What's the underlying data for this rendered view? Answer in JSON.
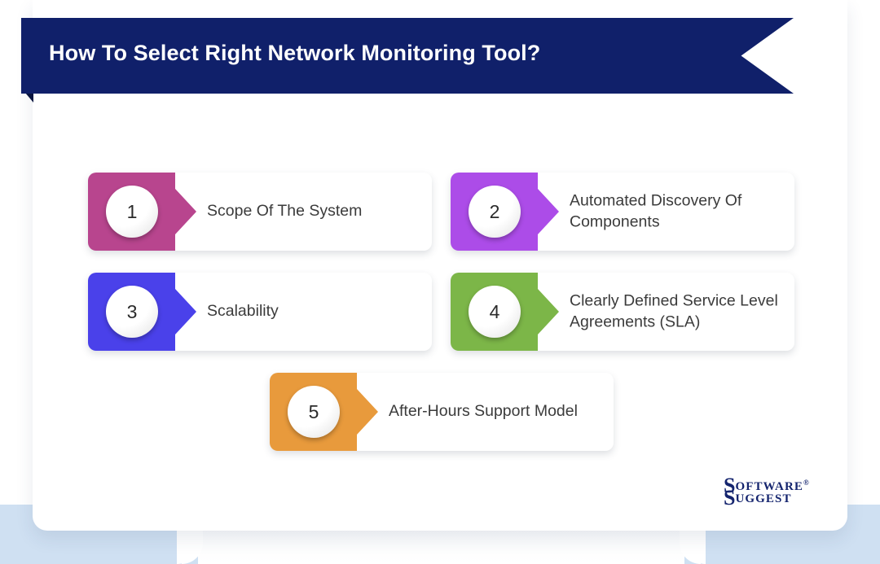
{
  "header": {
    "title": "How To Select Right Network Monitoring Tool?",
    "background_color": "#10206a",
    "text_color": "#ffffff"
  },
  "page": {
    "background_color": "#cfe0f2",
    "panel_color": "#ffffff"
  },
  "steps": [
    {
      "number": "1",
      "label": "Scope Of The System",
      "color": "#b8458e"
    },
    {
      "number": "2",
      "label": "Automated Discovery Of Components",
      "color": "#ac4ce8"
    },
    {
      "number": "3",
      "label": "Scalability",
      "color": "#4a41ea"
    },
    {
      "number": "4",
      "label": "Clearly Defined Service Level Agreements (SLA)",
      "color": "#7cb648"
    },
    {
      "number": "5",
      "label": "After-Hours Support Model",
      "color": "#e89a3c"
    }
  ],
  "logo": {
    "line1_cap": "S",
    "line1_rest": "OFTWARE",
    "registered": "®",
    "line2_cap": "S",
    "line2_rest": "UGGEST",
    "color": "#14246e"
  }
}
